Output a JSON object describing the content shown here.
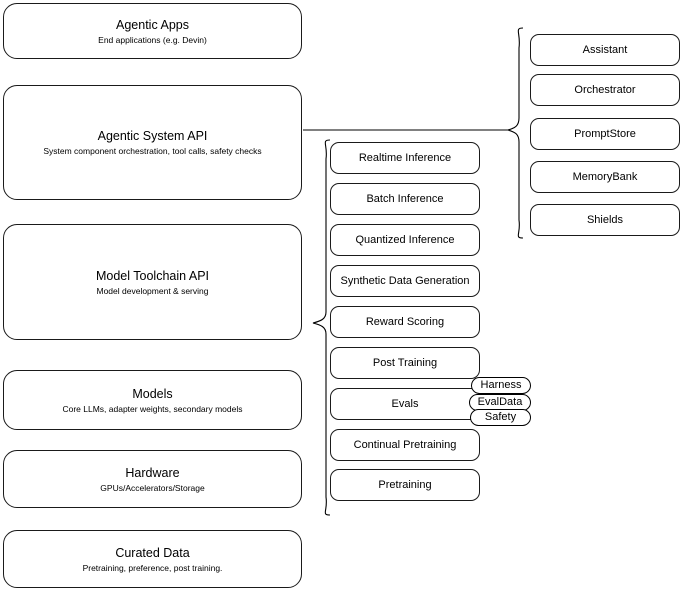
{
  "diagram": {
    "title": "Agentic stack layered architecture",
    "stroke_color": "#1a1a1a",
    "background_color": "#ffffff"
  },
  "stack_layers": [
    {
      "id": "agentic-apps",
      "title": "Agentic Apps",
      "subtitle": "End applications (e.g. Devin)"
    },
    {
      "id": "agentic-system-api",
      "title": "Agentic System API",
      "subtitle": "System component orchestration, tool calls, safety checks"
    },
    {
      "id": "model-toolchain-api",
      "title": "Model Toolchain API",
      "subtitle": "Model development & serving"
    },
    {
      "id": "models",
      "title": "Models",
      "subtitle": "Core LLMs, adapter weights, secondary models"
    },
    {
      "id": "hardware",
      "title": "Hardware",
      "subtitle": "GPUs/Accelerators/Storage"
    },
    {
      "id": "curated-data",
      "title": "Curated Data",
      "subtitle": "Pretraining, preference, post training."
    }
  ],
  "toolchain_components": [
    {
      "id": "realtime-inference",
      "label": "Realtime Inference"
    },
    {
      "id": "batch-inference",
      "label": "Batch Inference"
    },
    {
      "id": "quantized-inference",
      "label": "Quantized Inference"
    },
    {
      "id": "synthetic-data-generation",
      "label": "Synthetic Data Generation"
    },
    {
      "id": "reward-scoring",
      "label": "Reward Scoring"
    },
    {
      "id": "post-training",
      "label": "Post Training"
    },
    {
      "id": "evals",
      "label": "Evals"
    },
    {
      "id": "continual-pretraining",
      "label": "Continual Pretraining"
    },
    {
      "id": "pretraining",
      "label": "Pretraining"
    }
  ],
  "evals_subcomponents": [
    {
      "id": "harness",
      "label": "Harness"
    },
    {
      "id": "evaldata",
      "label": "EvalData"
    },
    {
      "id": "safety",
      "label": "Safety"
    }
  ],
  "system_components": [
    {
      "id": "assistant",
      "label": "Assistant"
    },
    {
      "id": "orchestrator",
      "label": "Orchestrator"
    },
    {
      "id": "promptstore",
      "label": "PromptStore"
    },
    {
      "id": "memorybank",
      "label": "MemoryBank"
    },
    {
      "id": "shields",
      "label": "Shields"
    }
  ]
}
